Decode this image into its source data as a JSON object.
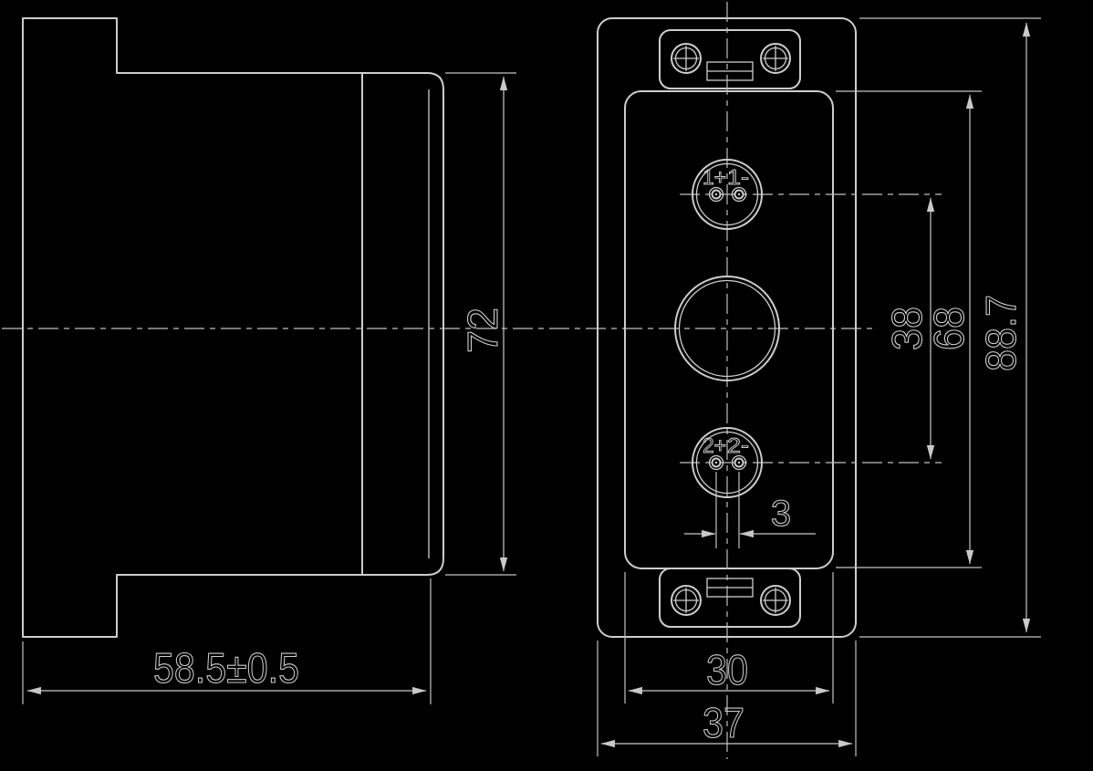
{
  "drawing": {
    "type": "technical-drawing",
    "background_color": "#000000",
    "line_color": "#c9c9c9",
    "side_view": {
      "height": "72",
      "width": "58.5±0.5"
    },
    "front_view": {
      "pin_spacing": "3",
      "connector_spacing": "38",
      "panel_height": "68",
      "overall_height": "88.7",
      "panel_width": "30",
      "overall_width": "37",
      "pins": {
        "top_left": "1+",
        "top_right": "1-",
        "bottom_left": "2+",
        "bottom_right": "2-"
      }
    }
  }
}
